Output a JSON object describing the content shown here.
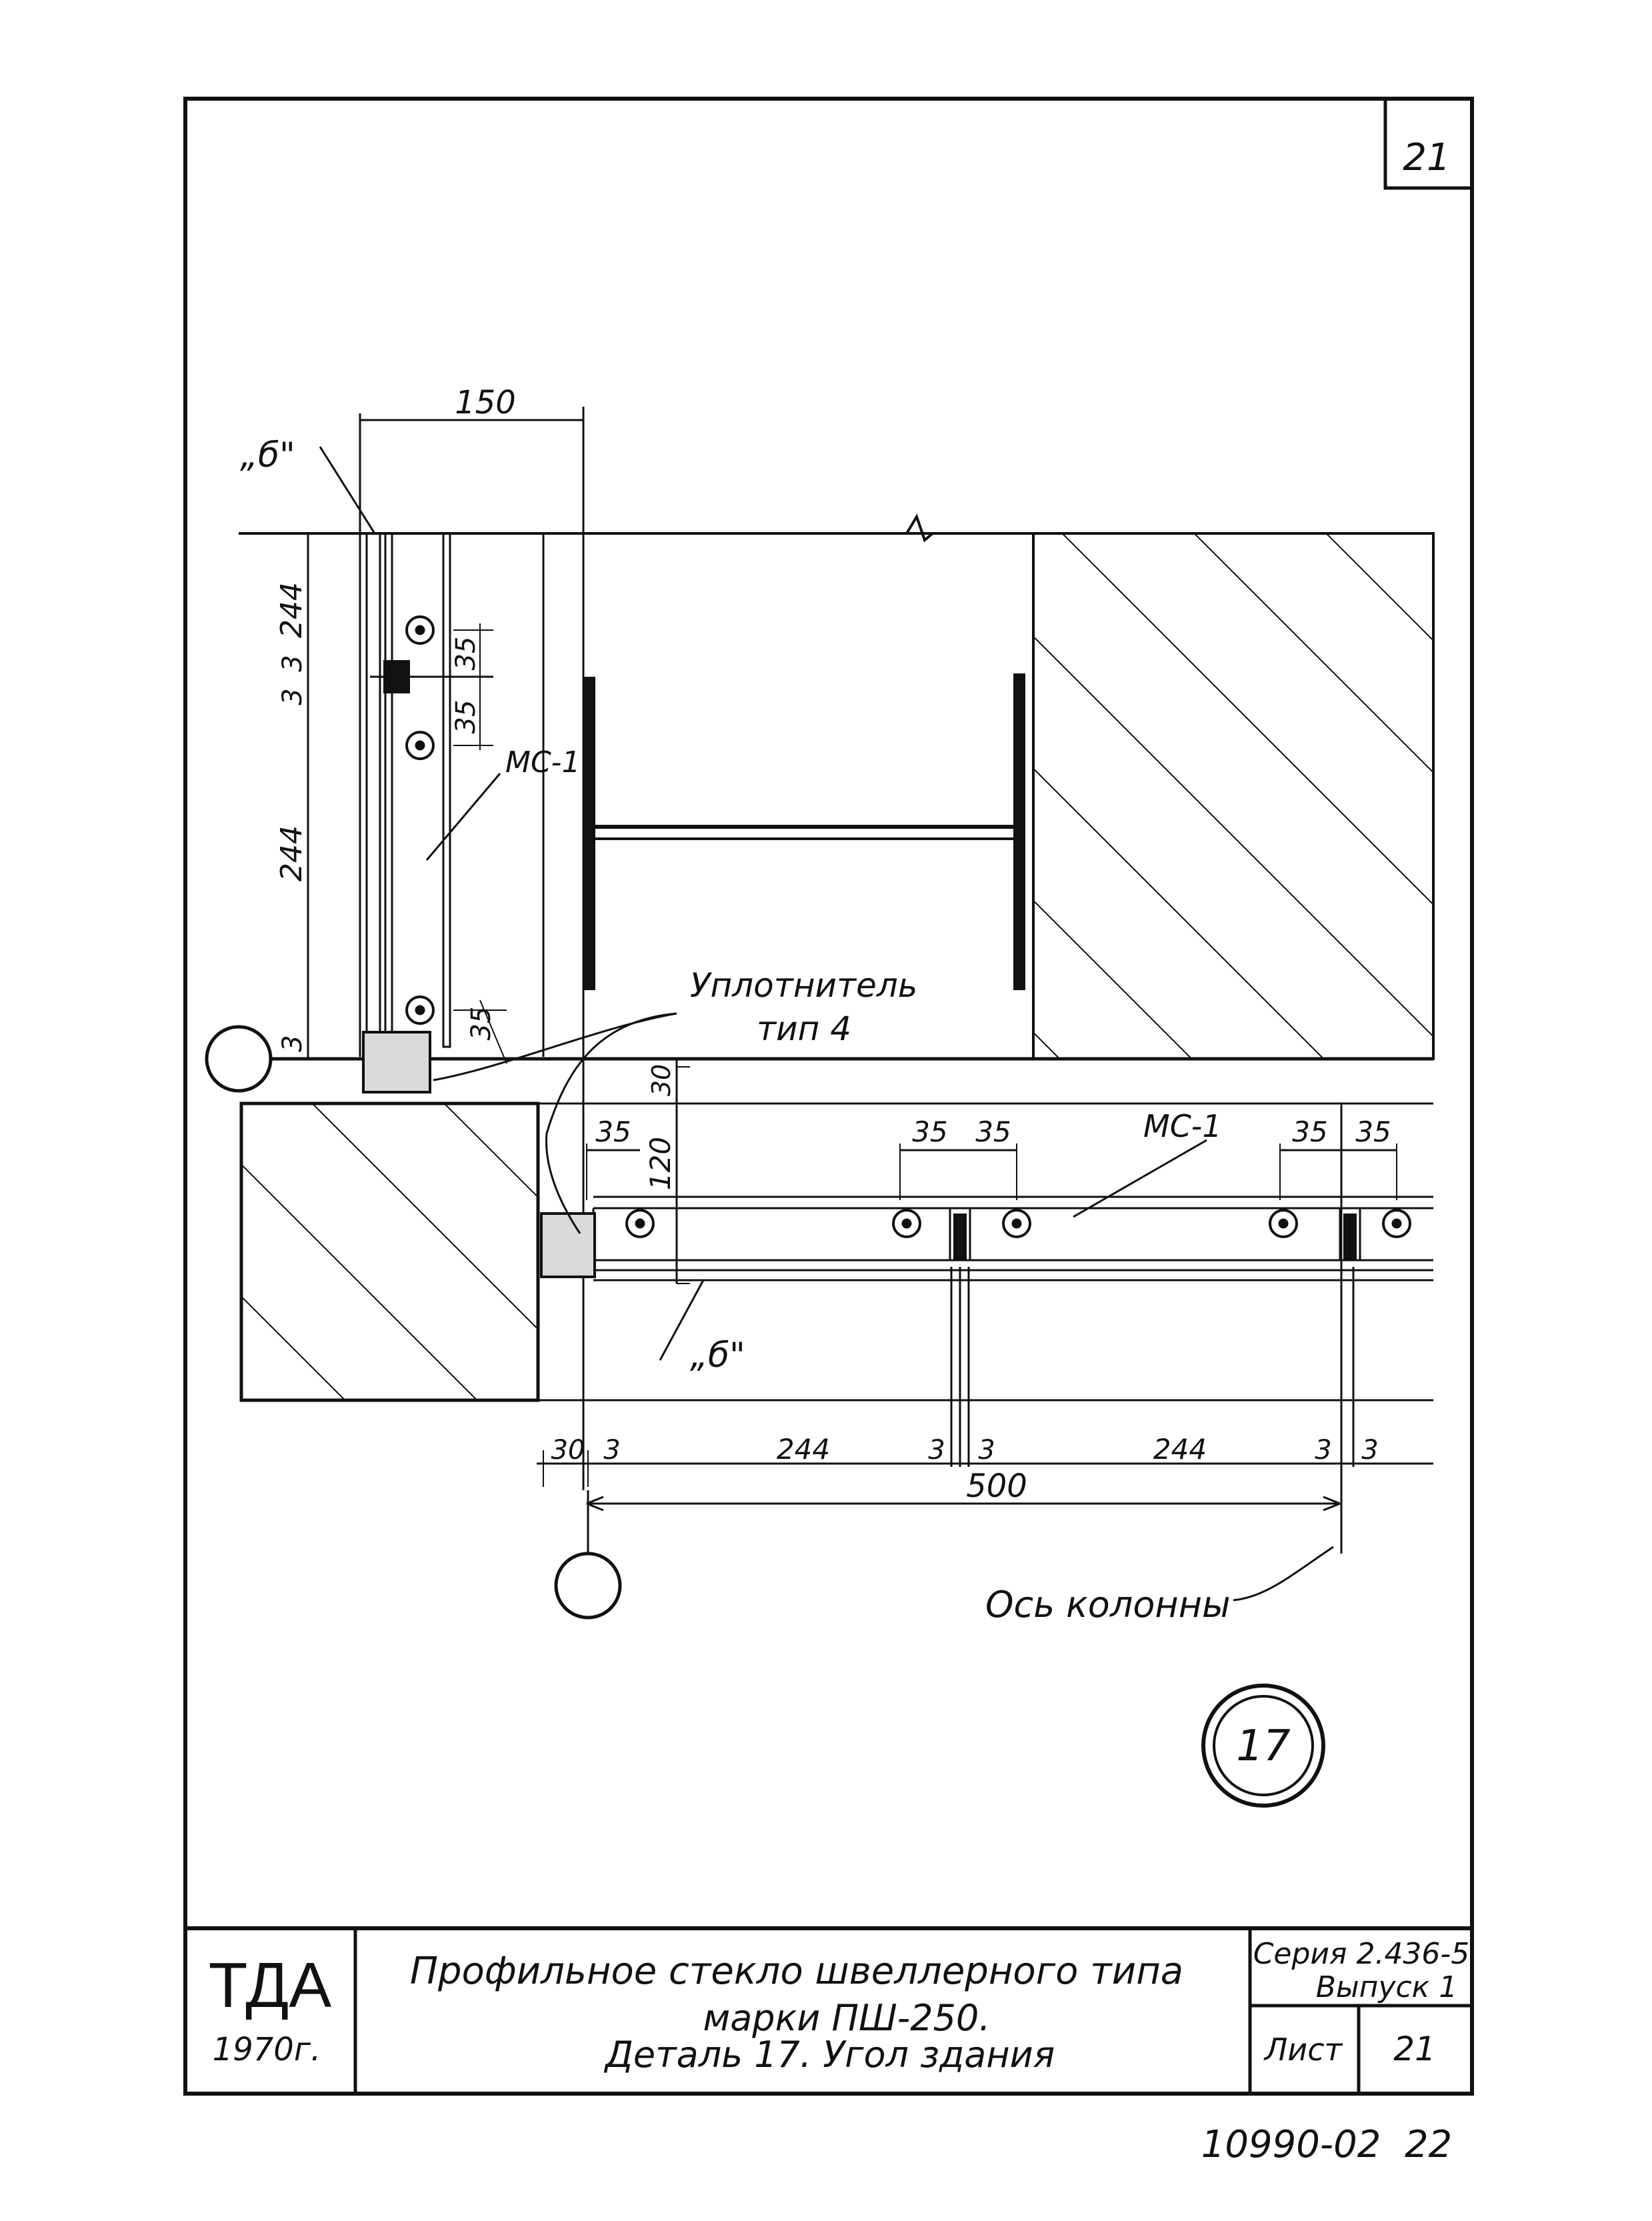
{
  "sheet_number_corner": "21",
  "dimensions": {
    "top_width": "150",
    "v_upper_244": "244",
    "v_3a": "3",
    "v_3b": "3",
    "v_35_upper": "35",
    "v_35_lower": "35",
    "v_lower_244": "244",
    "v_3c": "3",
    "v_35_bottom": "35",
    "v_30": "30",
    "v_120": "120",
    "h_35_a": "35",
    "h_35_b": "35",
    "h_35_c": "35",
    "h_35_d": "35",
    "h_35_e": "35",
    "b_30": "30",
    "b_3a": "3",
    "b_244a": "244",
    "b_3b": "3",
    "b_3c": "3",
    "b_244b": "244",
    "b_3d": "3",
    "b_3e": "3",
    "b_500": "500"
  },
  "labels": {
    "b_upper": "„б\"",
    "b_lower": "„б\"",
    "mc1_upper": "МС-1",
    "mc1_lower": "МС-1",
    "sealant_line1": "Уплотнитель",
    "sealant_line2": "тип 4",
    "column_axis": "Ось колонны",
    "detail_number": "17"
  },
  "title_block": {
    "org": "ТДА",
    "year": "1970г.",
    "title_line1": "Профильное стекло швеллерного типа",
    "title_line2": "марки ПШ-250.",
    "title_line3": "Деталь 17. Угол здания",
    "series_line1": "Серия 2.436-5",
    "series_line2": "Выпуск 1",
    "sheet_label": "Лист",
    "sheet_value": "21"
  },
  "drawing_code": "10990-02  22",
  "colors": {
    "ink": "#111111",
    "paper": "#ffffff"
  }
}
